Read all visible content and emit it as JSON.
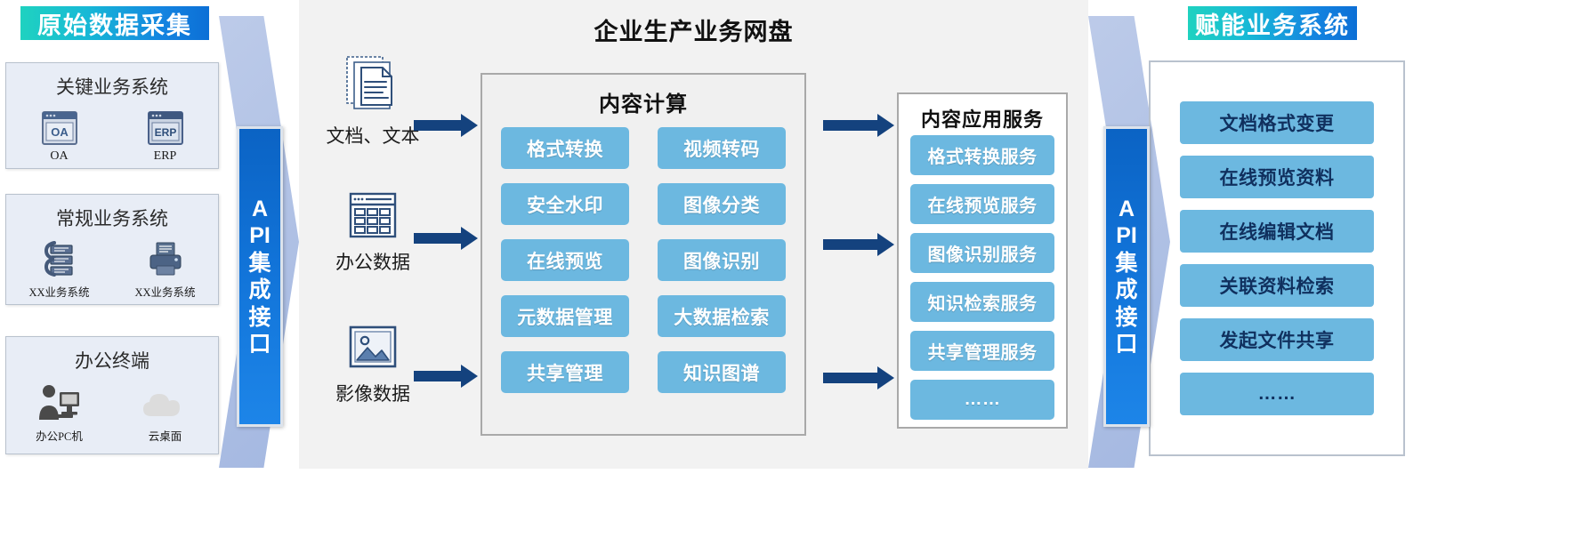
{
  "left": {
    "badge": "原始数据采集",
    "cards": [
      {
        "title": "关键业务系统",
        "items": [
          {
            "label": "OA",
            "icon": "oa-window-icon",
            "glyph": "OA"
          },
          {
            "label": "ERP",
            "icon": "erp-window-icon",
            "glyph": "ERP"
          }
        ]
      },
      {
        "title": "常规业务系统",
        "items": [
          {
            "label": "XX业务系统",
            "icon": "server-stack-icon",
            "glyph": ""
          },
          {
            "label": "XX业务系统",
            "icon": "printer-icon",
            "glyph": ""
          }
        ]
      },
      {
        "title": "办公终端",
        "items": [
          {
            "label": "办公PC机",
            "icon": "person-at-desktop-icon",
            "glyph": ""
          },
          {
            "label": "云桌面",
            "icon": "cloud-icon",
            "glyph": ""
          }
        ]
      }
    ]
  },
  "api_left": {
    "lines": [
      "A",
      "PI",
      "集",
      "成",
      "接",
      "口"
    ],
    "name": "API集成接口"
  },
  "api_right": {
    "lines": [
      "A",
      "PI",
      "集",
      "成",
      "接",
      "口"
    ],
    "name": "API集成接口"
  },
  "center": {
    "title": "企业生产业务网盘",
    "inputs": [
      {
        "label": "文档、文本",
        "icon": "documents-icon"
      },
      {
        "label": "办公数据",
        "icon": "spreadsheet-icon"
      },
      {
        "label": "影像数据",
        "icon": "image-icon"
      }
    ],
    "compute": {
      "title": "内容计算",
      "items": [
        "格式转换",
        "视频转码",
        "安全水印",
        "图像分类",
        "在线预览",
        "图像识别",
        "元数据管理",
        "大数据检索",
        "共享管理",
        "知识图谱"
      ]
    },
    "services": {
      "title": "内容应用服务",
      "items": [
        "格式转换服务",
        "在线预览服务",
        "图像识别服务",
        "知识检索服务",
        "共享管理服务",
        "……"
      ]
    }
  },
  "right": {
    "badge": "赋能业务系统",
    "items": [
      "文档格式变更",
      "在线预览资料",
      "在线编辑文档",
      "关联资料检索",
      "发起文件共享",
      "……"
    ]
  },
  "colors": {
    "pill": "#6CB8E0",
    "arrow": "#14427E",
    "api_bar": "#1173D8",
    "badge_start": "#1FD2C0",
    "badge_end": "#0C6FD6",
    "panel_bg": "#F2F2F2",
    "card_bg": "#E8EDF6",
    "right_text": "#10305E"
  }
}
